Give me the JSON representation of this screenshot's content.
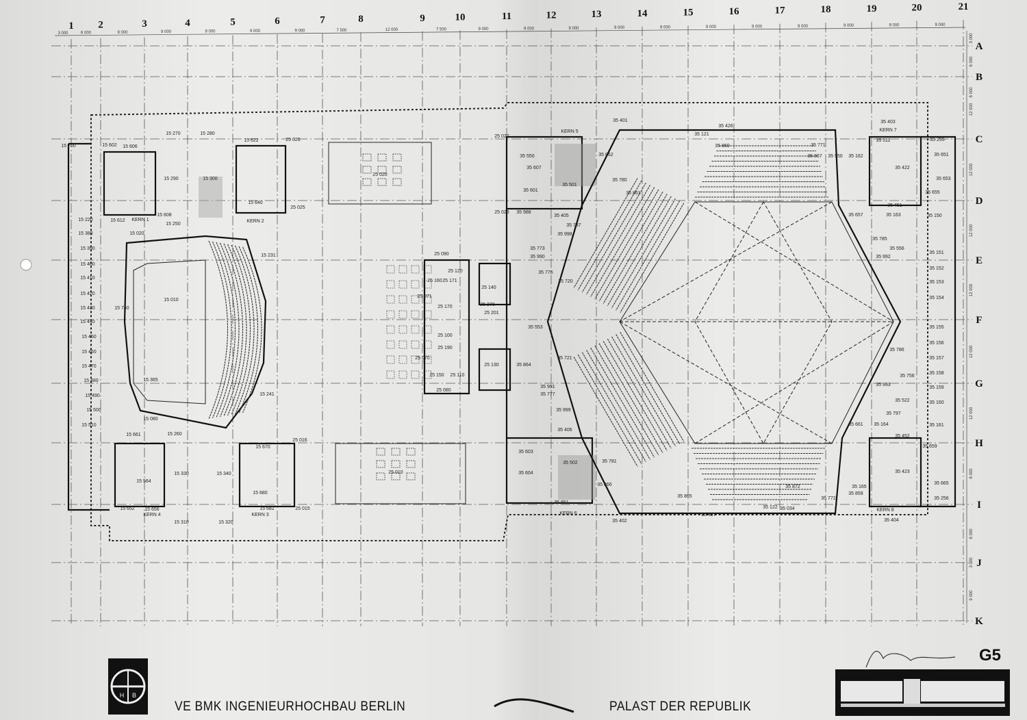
{
  "sheet": {
    "sheet_number": "G5",
    "company": "VE BMK INGENIEURHOCHBAU BERLIN",
    "project": "PALAST DER REPUBLIK",
    "logo_letters": "IHB",
    "signature": "Glocke"
  },
  "grid": {
    "columns": [
      "1",
      "2",
      "3",
      "4",
      "5",
      "6",
      "7",
      "8",
      "9",
      "10",
      "11",
      "12",
      "13",
      "14",
      "15",
      "16",
      "17",
      "18",
      "19",
      "20",
      "21"
    ],
    "rows": [
      "A",
      "B",
      "C",
      "D",
      "E",
      "F",
      "G",
      "H",
      "I",
      "J",
      "K"
    ],
    "column_dimensions": [
      "3 000",
      "6 000",
      "9 000",
      "9 000",
      "9 000",
      "9 000",
      "9 000",
      "7 500",
      "12 000",
      "7 500",
      "9 000",
      "9 000",
      "9 000",
      "9 000",
      "9 000",
      "9 000",
      "9 000",
      "9 000",
      "9 000",
      "9 000",
      "9 000"
    ],
    "row_dimensions": [
      "3 000",
      "6 000",
      "6 000",
      "12 000",
      "12 000",
      "12 000",
      "12 000",
      "12 000",
      "12 000",
      "6 000",
      "6 000",
      "3 000",
      "9 000"
    ]
  },
  "cores": [
    "KERN 1",
    "KERN 2",
    "KERN 3",
    "KERN 4",
    "KERN 5",
    "KERN 6",
    "KERN 7",
    "KERN 8"
  ],
  "rooms": [
    "15 270",
    "15 280",
    "15 290",
    "15 300",
    "15 250",
    "15 010",
    "15 020",
    "15 700",
    "15 220",
    "15 380",
    "15 390",
    "15 400",
    "15 410",
    "15 420",
    "15 430",
    "15 440",
    "15 450",
    "15 460",
    "15 470",
    "15 480",
    "15 490",
    "15 500",
    "15 510",
    "15 260",
    "15 330",
    "15 340",
    "15 310",
    "15 320",
    "15 080",
    "15 740",
    "15 365",
    "15 241",
    "15 231",
    "25 026",
    "25 025",
    "25 016",
    "25 015",
    "15 640",
    "15 622",
    "15 606",
    "15 602",
    "15 608",
    "15 612",
    "15 670",
    "15 680",
    "15 682",
    "15 656",
    "15 652",
    "15 661",
    "15 564",
    "25 020",
    "25 010",
    "25 090",
    "25 120",
    "25 160",
    "25 171",
    "25 170",
    "25 100",
    "25 190",
    "25 150",
    "25 110",
    "25 080",
    "25 140",
    "25 270",
    "25 130",
    "25 201",
    "25 071",
    "25 070",
    "25 027",
    "25 028",
    "35 401",
    "35 550",
    "35 607",
    "35 601",
    "35 501",
    "35 862",
    "35 405",
    "35 988",
    "35 780",
    "35 861",
    "35 121",
    "35 426",
    "35 860",
    "35 867",
    "35 950",
    "35 162",
    "35 771",
    "35 403",
    "35 511",
    "35 422",
    "35 255",
    "35 651",
    "35 653",
    "35 655",
    "35 451",
    "35 163",
    "35 657",
    "35 150",
    "35 785",
    "35 556",
    "35 992",
    "35 151",
    "35 152",
    "35 153",
    "35 154",
    "35 155",
    "35 156",
    "35 157",
    "35 158",
    "35 159",
    "35 160",
    "35 161",
    "35 786",
    "35 756",
    "35 993",
    "35 522",
    "35 797",
    "35 164",
    "35 661",
    "35 452",
    "35 659",
    "35 423",
    "35 665",
    "35 256",
    "35 165",
    "35 859",
    "35 772",
    "35 872",
    "35 404",
    "35 776",
    "35 990",
    "35 773",
    "35 864",
    "35 553",
    "35 991",
    "35 777",
    "35 999",
    "35 406",
    "35 603",
    "35 604",
    "35 502",
    "35 866",
    "35 851",
    "35 402",
    "35 122",
    "35 427",
    "35 034",
    "35 865",
    "35 781",
    "35 787",
    "35 998",
    "35 720",
    "35 721"
  ]
}
